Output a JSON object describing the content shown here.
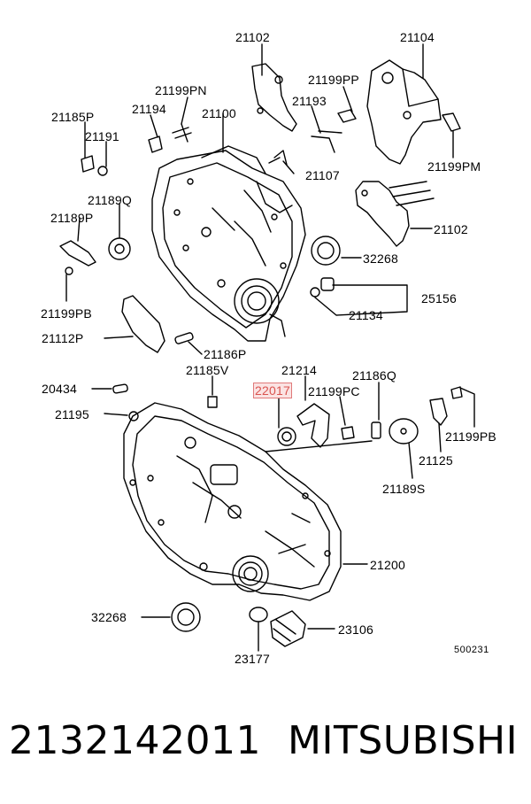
{
  "callouts": [
    "21102",
    "21104",
    "21199PP",
    "21199PN",
    "21193",
    "21185P",
    "21194",
    "21100",
    "21191",
    "21107",
    "21199PM",
    "21189Q",
    "21189P",
    "21102",
    "32268",
    "25156",
    "21199PB",
    "21134",
    "21112P",
    "21186P",
    "21185V",
    "21214",
    "21186Q",
    "20434",
    "22017",
    "21199PC",
    "21195",
    "21199PB",
    "21125",
    "21189S",
    "21200",
    "32268",
    "23106",
    "23177"
  ],
  "drawing_code": "500231",
  "footer": {
    "part_number": "2132142011",
    "brand": "MITSUBISHI"
  },
  "colors": {
    "line": "#000000",
    "highlight": "#d9534f",
    "highlight_bg": "#fbe3e3"
  }
}
